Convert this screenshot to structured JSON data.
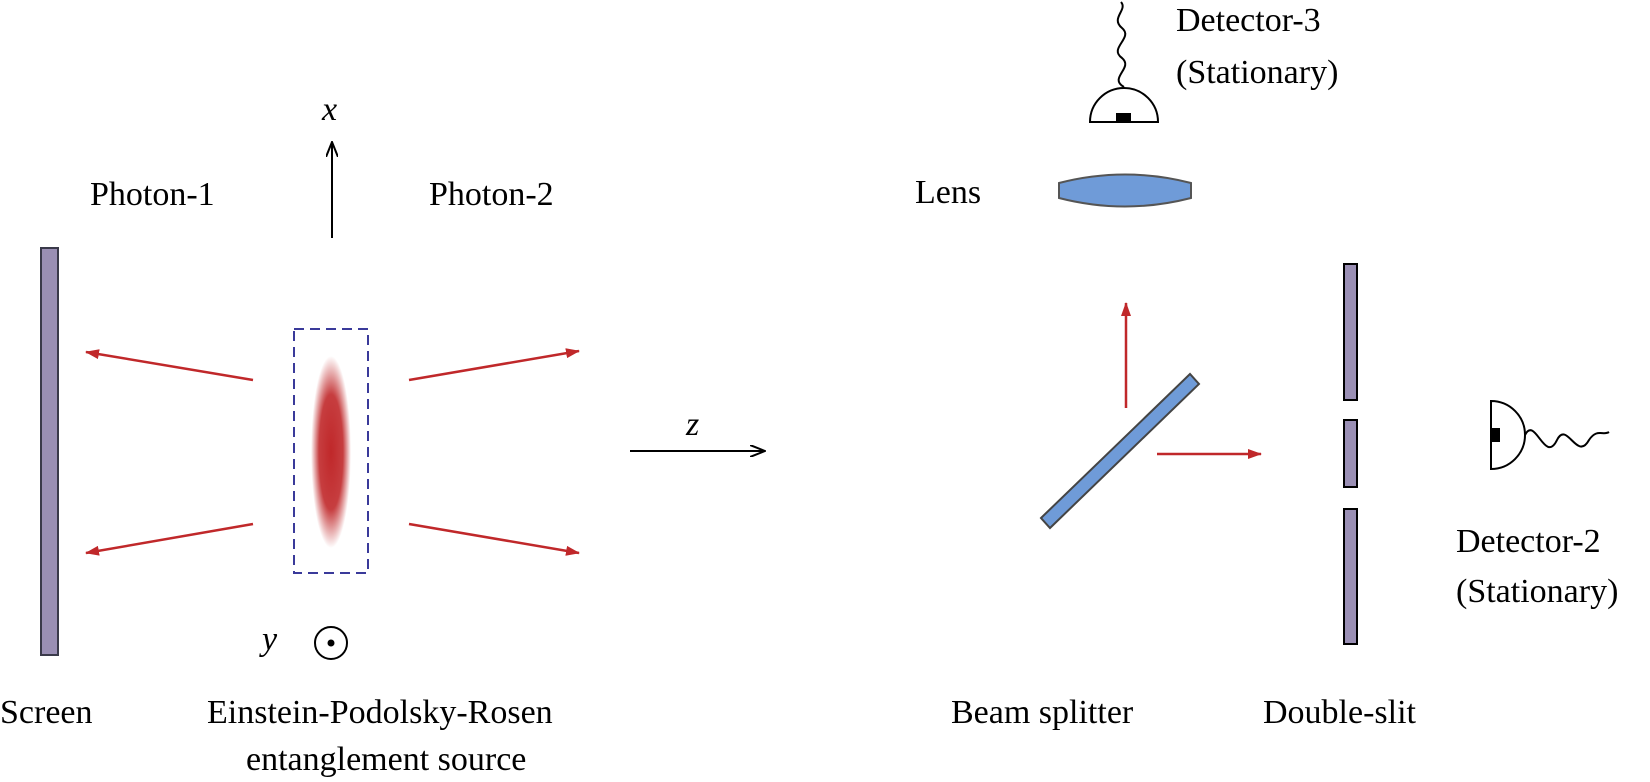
{
  "labels": {
    "axis_x": "x",
    "axis_y": "y",
    "axis_z": "z",
    "photon1": "Photon-1",
    "photon2": "Photon-2",
    "screen": "Screen",
    "source_line1": "Einstein-Podolsky-Rosen",
    "source_line2": "entanglement source",
    "lens": "Lens",
    "det3_line1": "Detector-3",
    "det3_line2": "(Stationary)",
    "det2_line1": "Detector-2",
    "det2_line2": "(Stationary)",
    "beam_splitter": "Beam splitter",
    "double_slit": "Double-slit"
  },
  "colors": {
    "beam": "#c0282a",
    "plate": "#9a8fb4",
    "optic": "#6f9bd8",
    "dashed_box": "#3a3a9a"
  }
}
